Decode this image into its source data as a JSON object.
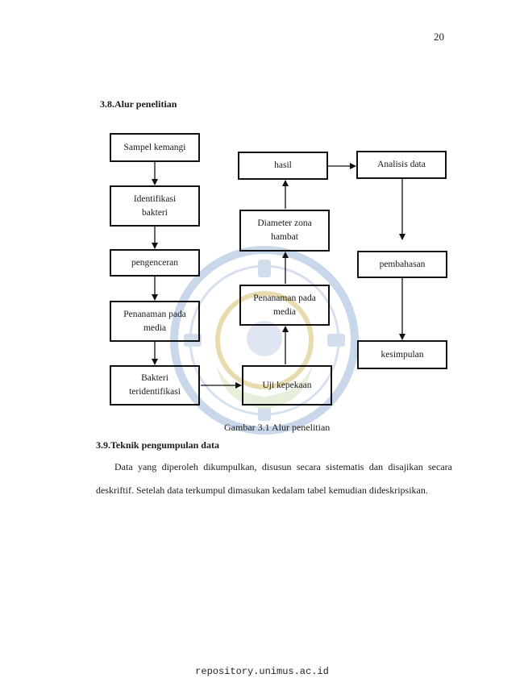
{
  "page_number": "20",
  "section_38": {
    "heading": "3.8.Alur penelitian"
  },
  "flowchart": {
    "boxes": {
      "sampel": "Sampel kemangi",
      "identifikasi_line1": "Identifikasi",
      "identifikasi_line2": "bakteri",
      "pengenceran": "pengenceran",
      "penanaman_left_line1": "Penanaman pada",
      "penanaman_left_line2": "media",
      "bakteri_line1": "Bakteri",
      "bakteri_line2": "teridentifikasi",
      "uji": "Uji kepekaan",
      "penanaman_mid_line1": "Penanaman pada",
      "penanaman_mid_line2": "media",
      "diameter_line1": "Diameter zona",
      "diameter_line2": "hambat",
      "hasil": "hasil",
      "analisis": "Analisis data",
      "pembahasan": "pembahasan",
      "kesimpulan": "kesimpulan"
    },
    "caption": "Gambar  3.1 Alur penelitian"
  },
  "section_39": {
    "heading": "3.9.Teknik pengumpulan data",
    "paragraph_line1": "Data yang diperoleh dikumpulkan, disusun secara sistematis dan disajikan secara",
    "paragraph_line2": "deskriftif. Setelah data terkumpul dimasukan kedalam tabel kemudian dideskripsikan."
  },
  "footer": "repository.unimus.ac.id",
  "colors": {
    "watermark": "#c9d7ea",
    "watermark_accent": "#e8dcae",
    "ink": "#111111"
  }
}
